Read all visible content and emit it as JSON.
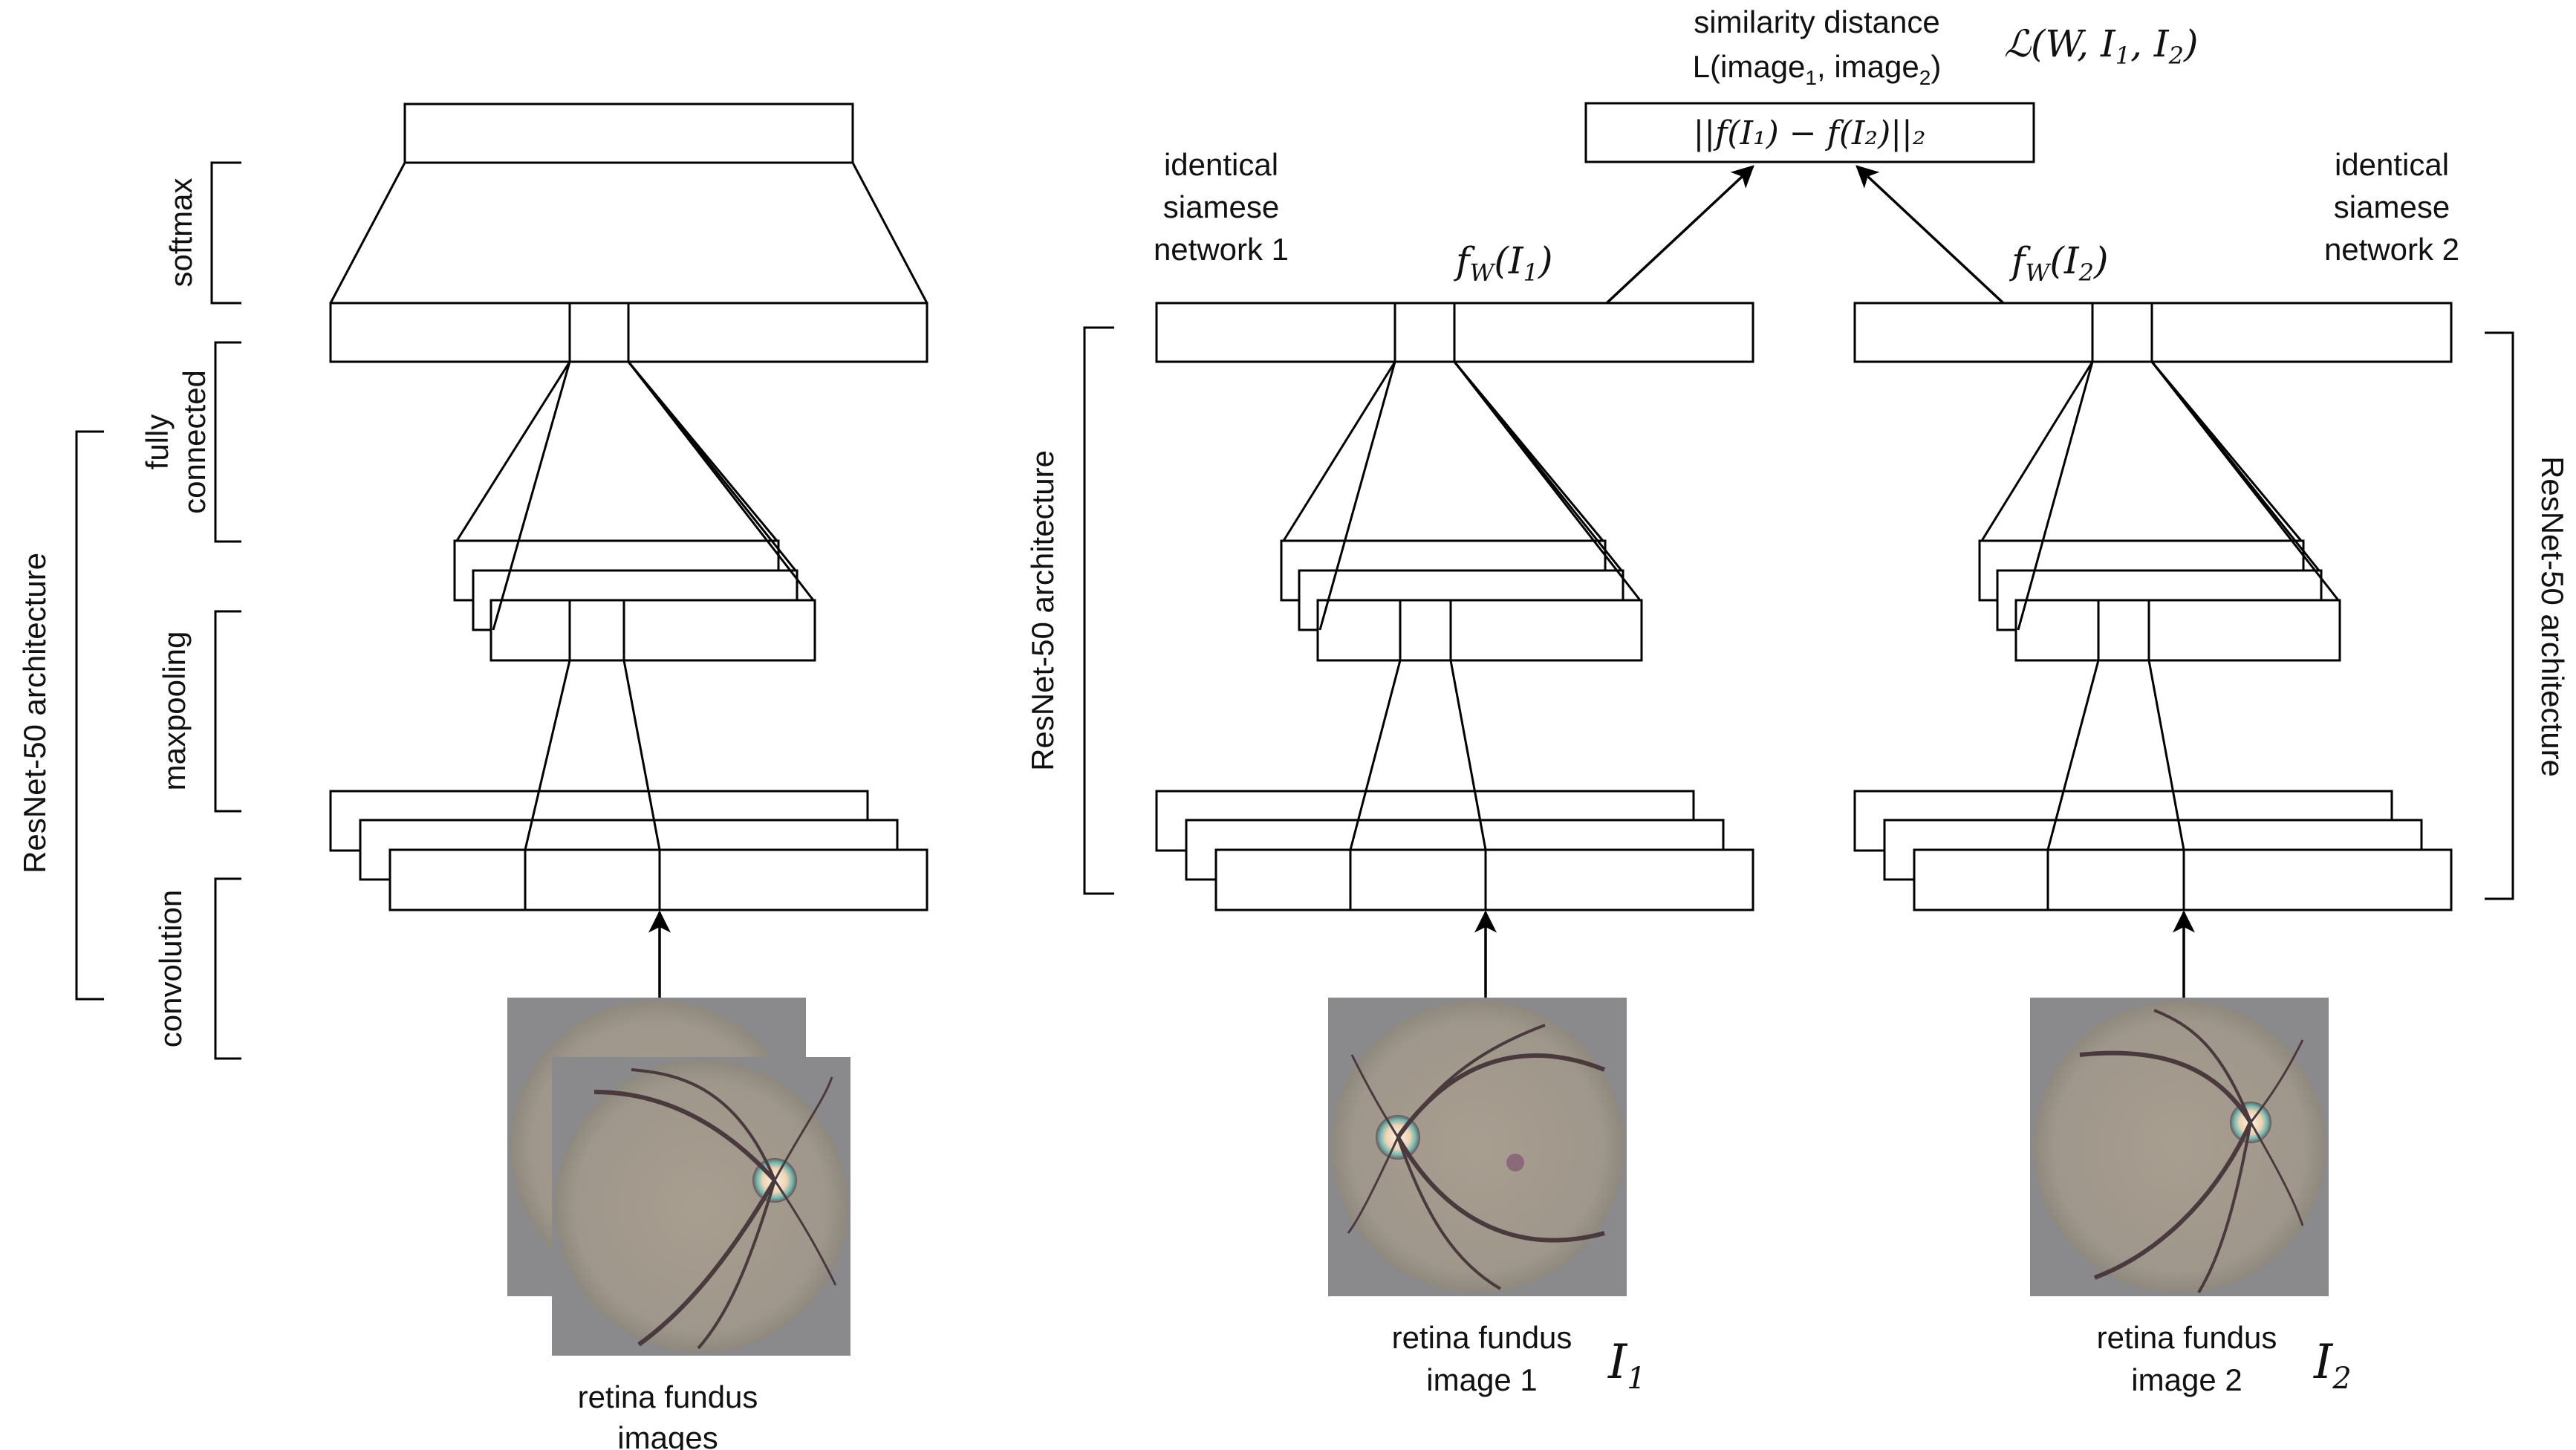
{
  "left_panel": {
    "section_labels": {
      "softmax": "softmax",
      "fully_connected_1": "fully",
      "fully_connected_2": "connected",
      "maxpooling": "maxpooling",
      "convolution": "convolution"
    },
    "architecture_label": "ResNet-50 architecture",
    "input_label_1": "retina fundus",
    "input_label_2": "images"
  },
  "siamese": {
    "loss": {
      "title_1": "similarity distance",
      "title_2_prefix": "L(image",
      "title_2_sub1": "1",
      "title_2_mid": ", image",
      "title_2_sub2": "2",
      "title_2_suffix": ")",
      "symbol_main": "ℒ(W, I",
      "symbol_sub1": "1",
      "symbol_mid": ", I",
      "symbol_sub2": "2",
      "symbol_end": ")",
      "formula": "||f(I₁) − f(I₂)||₂"
    },
    "network_1": {
      "label_1": "identical",
      "label_2": "siamese",
      "label_3": "network 1",
      "output": "f",
      "output_sub": "W",
      "output_arg": "(I",
      "output_arg_sub": "1",
      "output_end": ")",
      "architecture_label": "ResNet-50 architecture",
      "input_label_1": "retina fundus",
      "input_label_2": "image 1",
      "input_symbol": "I",
      "input_symbol_sub": "1"
    },
    "network_2": {
      "label_1": "identical",
      "label_2": "siamese",
      "label_3": "network 2",
      "output": "f",
      "output_sub": "W",
      "output_arg": "(I",
      "output_arg_sub": "2",
      "output_end": ")",
      "architecture_label": "ResNet-50 architecture",
      "input_label_1": "retina fundus",
      "input_label_2": "image 2",
      "input_symbol": "I",
      "input_symbol_sub": "2"
    }
  },
  "colors": {
    "stroke": "#000000",
    "image_background": "#8a8a8c",
    "fundus": "#a29a8c",
    "vessel": "#4a3a3e",
    "optic_disc": "#f2e4cc"
  },
  "icons": [
    "arrow-up-icon",
    "fundus-image-icon"
  ]
}
